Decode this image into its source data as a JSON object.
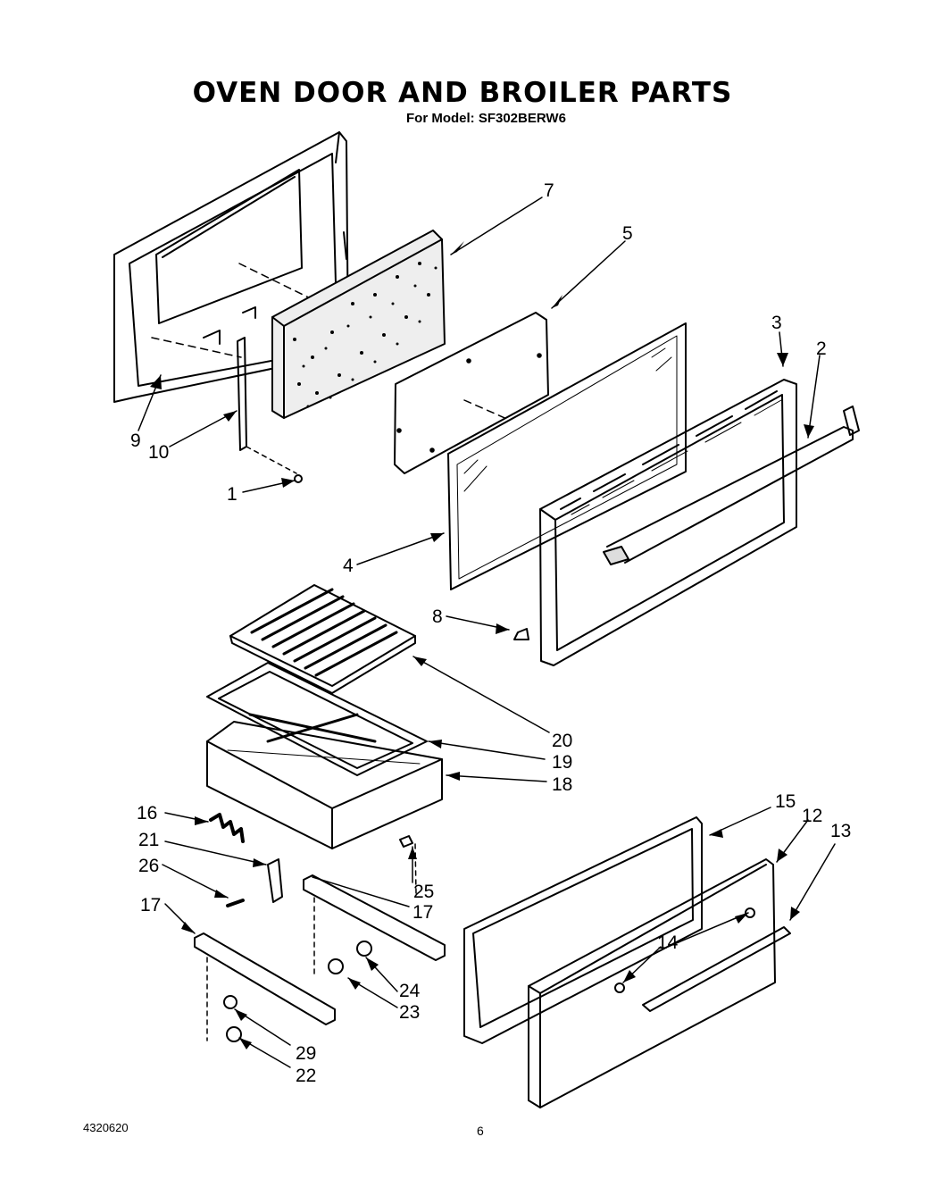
{
  "title": "OVEN DOOR AND BROILER PARTS",
  "subtitle": "For Model: SF302BERW6",
  "footer_code": "4320620",
  "page_number": "6",
  "callouts": [
    "1",
    "2",
    "3",
    "4",
    "5",
    "7",
    "8",
    "9",
    "10",
    "12",
    "13",
    "14",
    "15",
    "16",
    "17",
    "17",
    "18",
    "19",
    "20",
    "21",
    "22",
    "23",
    "24",
    "25",
    "26",
    "29"
  ]
}
